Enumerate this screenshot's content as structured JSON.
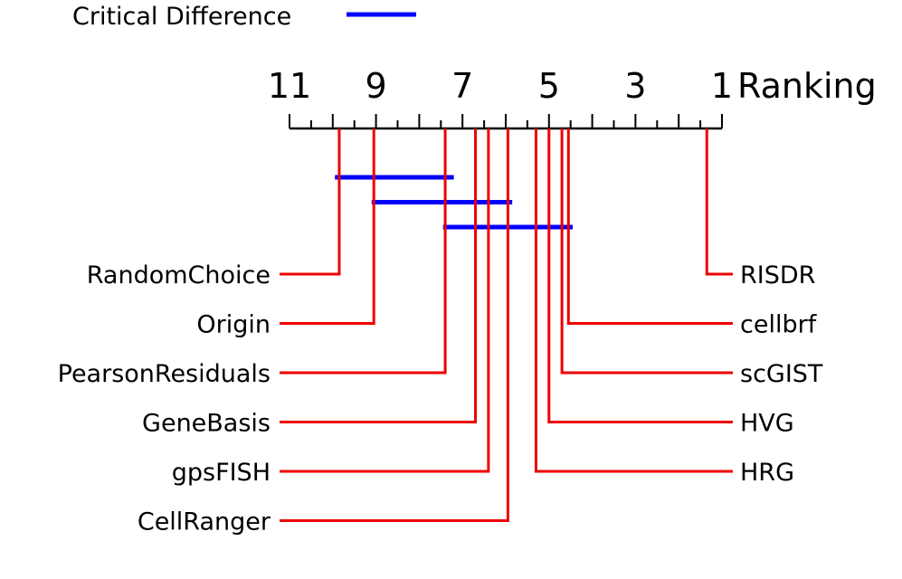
{
  "chart_data": {
    "type": "critical-difference-diagram",
    "axis_label": "Ranking",
    "axis_range": [
      11,
      1
    ],
    "axis_reversed": true,
    "tick_labels": [
      "11",
      "9",
      "7",
      "5",
      "3",
      "1"
    ],
    "minor_tick_step": 0.5,
    "legend": {
      "label": "Critical Difference",
      "color": "#0000ff",
      "placement": "top-left"
    },
    "line_color": "#ee0000",
    "cd_color": "#0000ff",
    "methods_left": [
      {
        "name": "RandomChoice",
        "rank": 9.85
      },
      {
        "name": "Origin",
        "rank": 9.05
      },
      {
        "name": "PearsonResiduals",
        "rank": 7.4
      },
      {
        "name": "GeneBasis",
        "rank": 6.7
      },
      {
        "name": "gpsFISH",
        "rank": 6.4
      },
      {
        "name": "CellRanger",
        "rank": 5.95
      }
    ],
    "methods_right": [
      {
        "name": "RISDR",
        "rank": 1.35
      },
      {
        "name": "cellbrf",
        "rank": 4.55
      },
      {
        "name": "scGIST",
        "rank": 4.7
      },
      {
        "name": "HVG",
        "rank": 5.0
      },
      {
        "name": "HRG",
        "rank": 5.3
      }
    ],
    "cd_bars": [
      {
        "from": 9.95,
        "to": 7.2
      },
      {
        "from": 9.1,
        "to": 5.85
      },
      {
        "from": 7.45,
        "to": 4.45
      }
    ]
  }
}
